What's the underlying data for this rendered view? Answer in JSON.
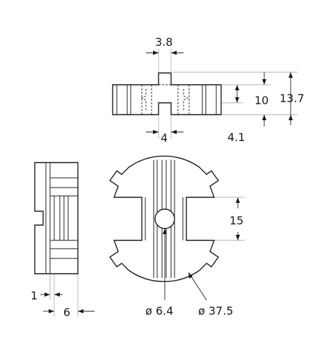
{
  "dimensions": {
    "top_slot_width": "3.8",
    "bottom_slot_width": "4",
    "inner_height": "10",
    "overall_height": "13.7",
    "bottom_offset": "4.1",
    "slot_height": "15",
    "side_inner_thickness": "1",
    "side_width": "6",
    "hole_diameter": "ø 6.4",
    "outer_diameter": "ø 37.5"
  }
}
